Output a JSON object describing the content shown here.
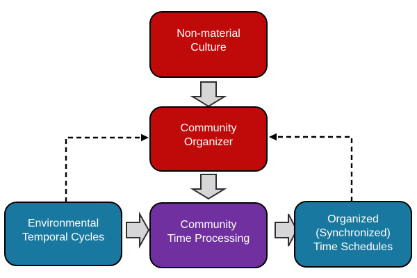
{
  "figure": {
    "background": "#ffffff",
    "text_color": "#ffffff",
    "node_border_color": "#000000",
    "nodes": [
      {
        "id": "non-material-culture",
        "label": "Non-material\nCulture",
        "fill": "#c00a0a"
      },
      {
        "id": "community-organizer",
        "label": "Community\nOrganizer",
        "fill": "#c00a0a"
      },
      {
        "id": "environmental-temporal-cycles",
        "label": "Environmental\nTemporal Cycles",
        "fill": "#1878a0"
      },
      {
        "id": "community-time-processing",
        "label": "Community\nTime Processing",
        "fill": "#7030a0"
      },
      {
        "id": "organized-time-schedules",
        "label": "Organized\n(Synchronized)\nTime Schedules",
        "fill": "#1878a0"
      }
    ],
    "edges": [
      {
        "from": "non-material-culture",
        "to": "community-organizer",
        "style": "block-arrow",
        "direction": "down"
      },
      {
        "from": "community-organizer",
        "to": "community-time-processing",
        "style": "block-arrow",
        "direction": "down"
      },
      {
        "from": "environmental-temporal-cycles",
        "to": "community-time-processing",
        "style": "block-arrow",
        "direction": "right"
      },
      {
        "from": "community-time-processing",
        "to": "organized-time-schedules",
        "style": "block-arrow",
        "direction": "right"
      },
      {
        "from": "environmental-temporal-cycles",
        "to": "community-organizer",
        "style": "dashed-arrow",
        "direction": "up-right"
      },
      {
        "from": "organized-time-schedules",
        "to": "community-organizer",
        "style": "dashed-arrow",
        "direction": "up-left"
      }
    ],
    "arrows": {
      "block_fill": "#d6d6d8",
      "block_stroke": "#2f2f2f",
      "dashed_color": "#000000"
    }
  }
}
